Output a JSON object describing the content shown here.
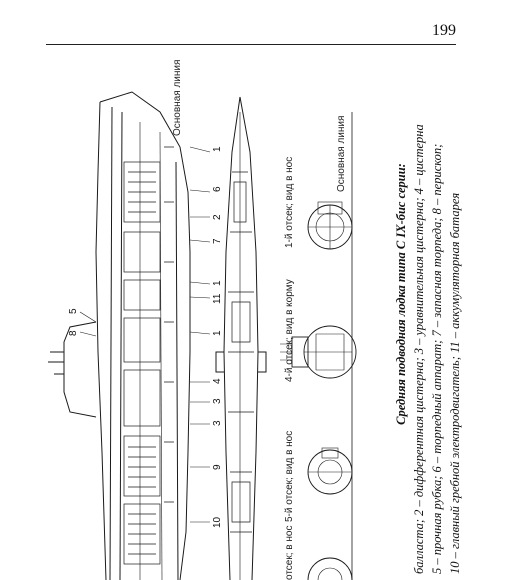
{
  "page": {
    "number": "199"
  },
  "figure": {
    "baseline_label_left": "Основная линия",
    "baseline_label_right": "Основная линия",
    "section_labels": [
      {
        "text": "1-й отсек; вид в нос"
      },
      {
        "text": "4-й отсек; вид в корму"
      },
      {
        "text": "5-й отсек; вид в нос"
      },
      {
        "text": "отсек; в нос"
      }
    ],
    "callouts": [
      "1",
      "6",
      "2",
      "7",
      "1",
      "11",
      "1",
      "4",
      "3",
      "3",
      "5",
      "8",
      "9",
      "10"
    ]
  },
  "caption": {
    "title": "Средняя подводная лодка типа С IX-бис серии:",
    "line1": "балласта; 2 – дифферентная цистерна; 3 – уравнительная цистерна; 4 – цистерна",
    "line2": "5 – прочная рубка; 6 – торпедный аппарат; 7 – запасная торпеда; 8 – перископ;",
    "line3": "10 – главный гребной электродвигатель; 11 – аккумуляторная батарея"
  }
}
